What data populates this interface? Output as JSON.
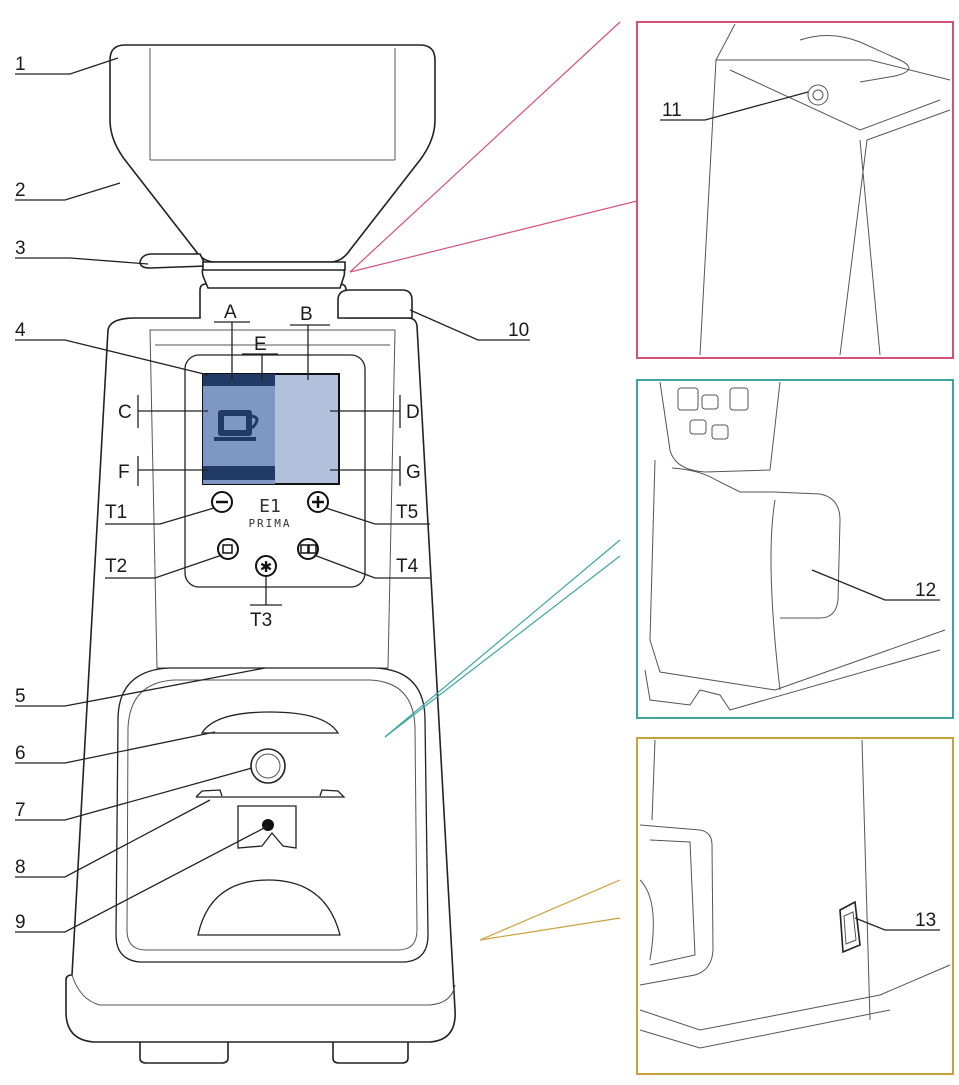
{
  "labels": {
    "n1": "1",
    "n2": "2",
    "n3": "3",
    "n4": "4",
    "n5": "5",
    "n6": "6",
    "n7": "7",
    "n8": "8",
    "n9": "9",
    "n10": "10",
    "n11": "11",
    "n12": "12",
    "n13": "13",
    "A": "A",
    "B": "B",
    "C": "C",
    "D": "D",
    "E": "E",
    "F": "F",
    "G": "G",
    "T1": "T1",
    "T2": "T2",
    "T3": "T3",
    "T4": "T4",
    "T5": "T5"
  },
  "logo": {
    "line1": "E1",
    "line2": "PRIMA"
  },
  "colors": {
    "detail_top": "#d4527a",
    "detail_middle": "#3fa5a0",
    "detail_bottom": "#c9a23e",
    "screen_left": "#7f97c4",
    "screen_right": "#b3c0dc",
    "screen_bar": "#223a66"
  },
  "icons": {
    "minus": "minus-icon",
    "plus": "plus-icon",
    "single_cup": "single-cup-icon",
    "double_cup": "double-cup-icon",
    "star": "star-icon",
    "cup": "coffee-cup-icon"
  }
}
